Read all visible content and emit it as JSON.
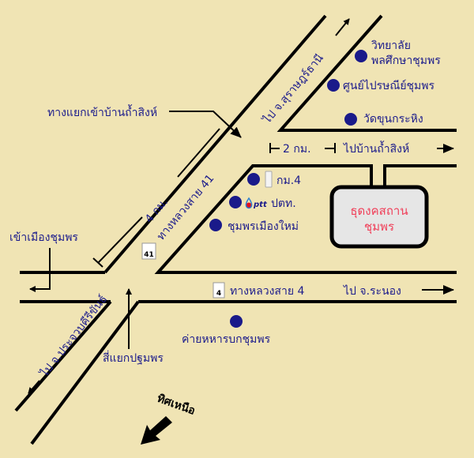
{
  "map": {
    "background_color": "#F0E4B4",
    "text_color": "#1C1C8C",
    "station": {
      "line1": "ธุดงคสถาน",
      "line2": "ชุมพร",
      "color": "#F0405A"
    },
    "roads": {
      "to_surat": "ไป จ.สุราษฎร์ธานี",
      "to_prachuap": "ไป จ.ประจวบคีรีขันธ์",
      "to_ranong": "ไป จ.ระนอง",
      "highway41": "ทางหลวงสาย 41",
      "highway4": "ทางหลวงสาย 4",
      "highway41_sign": "41",
      "highway4_sign": "4",
      "to_ban_tham_sing": "ไปบ้านถ้ำสิงห์",
      "distance_2km": "2 กม.",
      "distance_4km": "4 กม."
    },
    "labels": {
      "junction_tham_sing": "ทางแยกเข้าบ้านถ้ำสิงห์",
      "enter_city": "เข้าเมืองชุมพร",
      "pathomphon_junction": "สี่แยกปฐมพร",
      "north": "ทิศเหนือ"
    },
    "places": [
      {
        "name_line1": "วิทยาลัย",
        "name_line2": "พลศึกษาชุมพร"
      },
      {
        "name_line1": "ศูนย์ไปรษณีย์ชุมพร"
      },
      {
        "name_line1": "วัดขุนกระหิง"
      },
      {
        "name_line1": "กม.4"
      },
      {
        "name_line1": "ปตท.",
        "logo": "ptt"
      },
      {
        "name_line1": "ชุมพรเมืองใหม่"
      },
      {
        "name_line1": "ค่ายหหารบกชุมพร"
      }
    ]
  }
}
